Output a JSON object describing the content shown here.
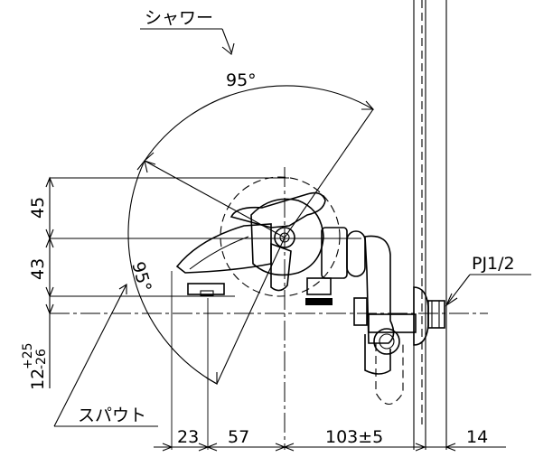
{
  "labels": {
    "shower": "シャワー",
    "spout": "スパウト",
    "angle_top": "95°",
    "angle_side": "95°",
    "pipe_thread": "PJ1/2"
  },
  "dimensions": {
    "horizontal": [
      "23",
      "57",
      "103±5",
      "14"
    ],
    "vertical": [
      "45",
      "43"
    ],
    "tolerance_base": "12",
    "tolerance_upper": "+25",
    "tolerance_lower": "-26"
  }
}
